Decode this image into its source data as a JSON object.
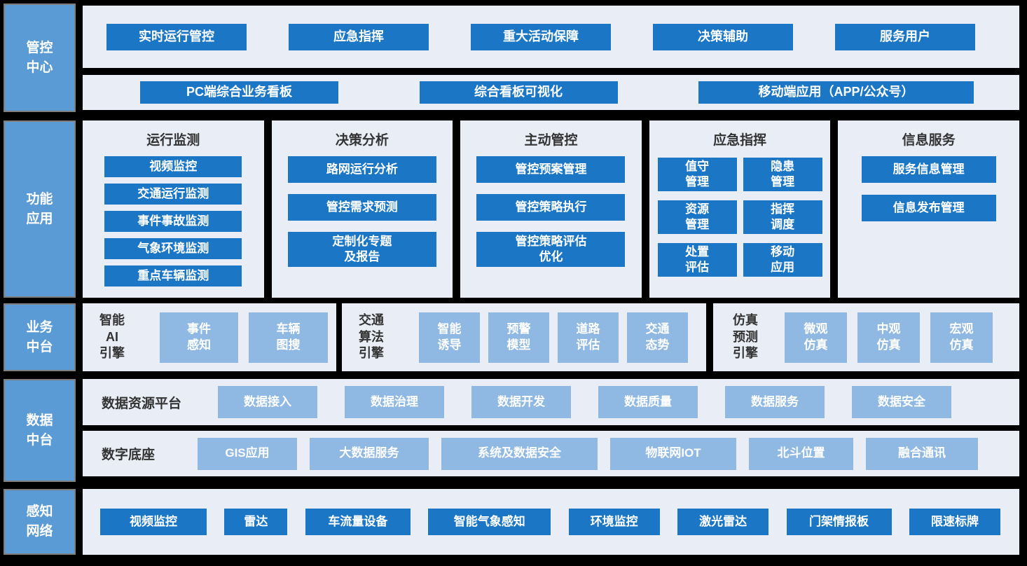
{
  "colors": {
    "page_bg": "#000000",
    "panel_bg": "#E9EDF5",
    "sidebar_blue": "#5B9BD5",
    "sidebar_border": "#7F7F7F",
    "dark_blue": "#1B77C6",
    "light_blue": "#8FB8E2",
    "title_text": "#333333",
    "button_text": "#FFFFFF"
  },
  "layers": {
    "control_center": {
      "label": "管控\n中心",
      "row1": [
        "实时运行管控",
        "应急指挥",
        "重大活动保障",
        "决策辅助",
        "服务用户"
      ],
      "row2": [
        "PC端综合业务看板",
        "综合看板可视化",
        "移动端应用（APP/公众号）"
      ]
    },
    "function": {
      "label": "功能\n应用",
      "columns": [
        {
          "title": "运行监测",
          "items": [
            "视频监控",
            "交通运行监测",
            "事件事故监测",
            "气象环境监测",
            "重点车辆监测"
          ]
        },
        {
          "title": "决策分析",
          "items": [
            "路网运行分析",
            "管控需求预测",
            "定制化专题\n及报告"
          ]
        },
        {
          "title": "主动管控",
          "items": [
            "管控预案管理",
            "管控策略执行",
            "管控策略评估\n优化"
          ]
        },
        {
          "title": "应急指挥",
          "items": [
            "值守\n管理",
            "隐患\n管理",
            "资源\n管理",
            "指挥\n调度",
            "处置\n评估",
            "移动\n应用"
          ]
        },
        {
          "title": "信息服务",
          "items": [
            "服务信息管理",
            "信息发布管理"
          ]
        }
      ]
    },
    "business": {
      "label": "业务\n中台",
      "groups": [
        {
          "name": "智能\nAI\n引擎",
          "items": [
            "事件\n感知",
            "车辆\n图搜"
          ]
        },
        {
          "name": "交通\n算法\n引擎",
          "items": [
            "智能\n诱导",
            "预警\n模型",
            "道路\n评估",
            "交通\n态势"
          ]
        },
        {
          "name": "仿真\n预测\n引擎",
          "items": [
            "微观\n仿真",
            "中观\n仿真",
            "宏观\n仿真"
          ]
        }
      ]
    },
    "data": {
      "label": "数据\n中台",
      "rows": [
        {
          "name": "数据资源平台",
          "items": [
            "数据接入",
            "数据治理",
            "数据开发",
            "数据质量",
            "数据服务",
            "数据安全"
          ]
        },
        {
          "name": "数字底座",
          "items": [
            "GIS应用",
            "大数据服务",
            "系统及数据安全",
            "物联网IOT",
            "北斗位置",
            "融合通讯"
          ]
        }
      ]
    },
    "perception": {
      "label": "感知\n网络",
      "items": [
        "视频监控",
        "雷达",
        "车流量设备",
        "智能气象感知",
        "环境监控",
        "激光雷达",
        "门架情报板",
        "限速标牌"
      ]
    }
  }
}
